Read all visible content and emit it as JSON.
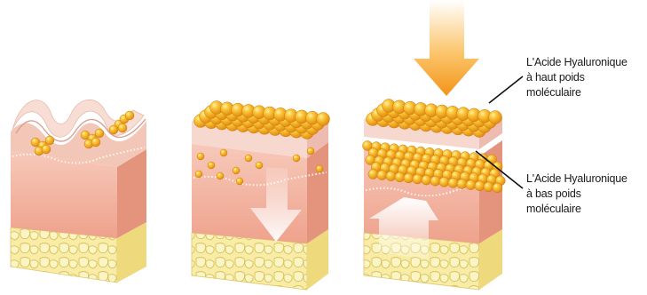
{
  "labels": {
    "high_weight": [
      "L'Acide Hyaluronique",
      "à haut poids",
      "moléculaire"
    ],
    "low_weight": [
      "L'Acide Hyaluronique",
      "à bas poids",
      "moléculaire"
    ]
  },
  "panels": [
    {
      "state": "wrinkled-skin"
    },
    {
      "state": "spheres-penetrating-down"
    },
    {
      "state": "spheres-filling-lifting-up"
    }
  ],
  "colors": {
    "sphere": "#f5a81e",
    "sphere_highlight": "#ffe27a",
    "arrow_orange": "#f59a1c",
    "epidermis": "#f6d3c8",
    "dermis_front": "#f2b2a0",
    "dermis_side": "#e99a85",
    "hypodermis": "#f7e59a",
    "leader_line": "#111111"
  }
}
